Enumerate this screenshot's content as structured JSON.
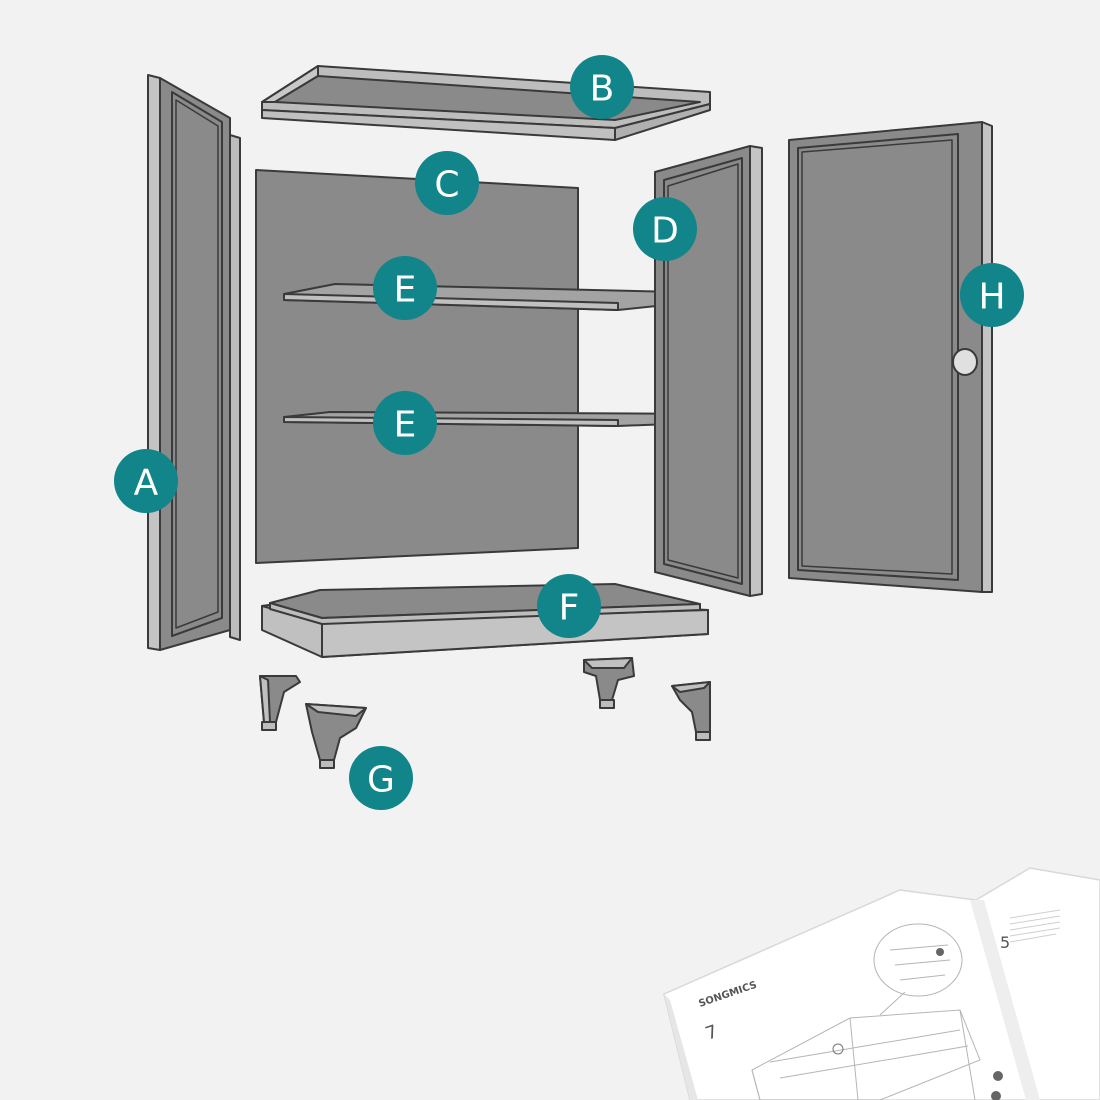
{
  "labels": {
    "A": "A",
    "B": "B",
    "C": "C",
    "D": "D",
    "E1": "E",
    "E2": "E",
    "F": "F",
    "G": "G",
    "H": "H"
  },
  "manual": {
    "brand": "SONGMICS",
    "page_left": "7",
    "page_right": "5"
  },
  "colors": {
    "background": "#f2f2f2",
    "panel": "#8a8a8a",
    "panel_light": "#bdbdbd",
    "outline": "#3a3a3a",
    "badge": "#11858a"
  }
}
